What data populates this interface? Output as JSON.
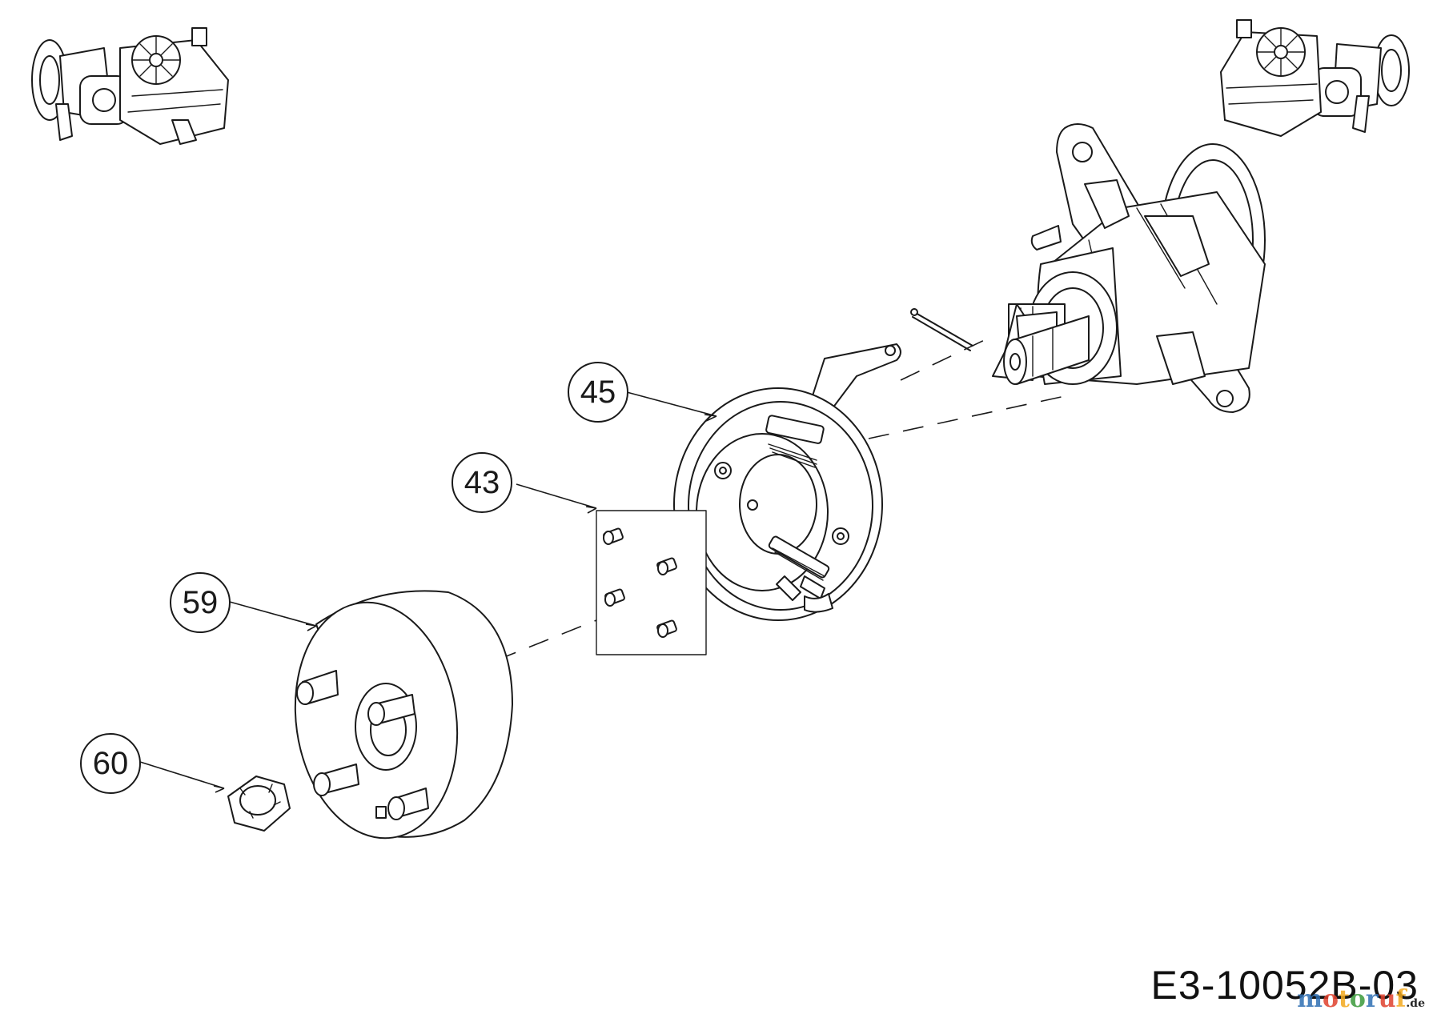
{
  "callouts": [
    {
      "label": "45"
    },
    {
      "label": "43"
    },
    {
      "label": "59"
    },
    {
      "label": "60"
    }
  ],
  "drawing_code": "E3-10052B-03",
  "watermark": {
    "name": "motoruf",
    "tld": ".de",
    "colors": [
      "#2f6fb3",
      "#e0412d",
      "#f3a91d",
      "#3a9a3a"
    ]
  },
  "icons": [
    "transmission-thumbnail-left-icon",
    "transmission-thumbnail-right-icon",
    "axle-housing-icon",
    "cotter-pin-icon",
    "key-icon",
    "brake-shoe-assembly-icon",
    "bolt-kit-icon",
    "brake-drum-hub-icon",
    "castle-nut-icon"
  ]
}
